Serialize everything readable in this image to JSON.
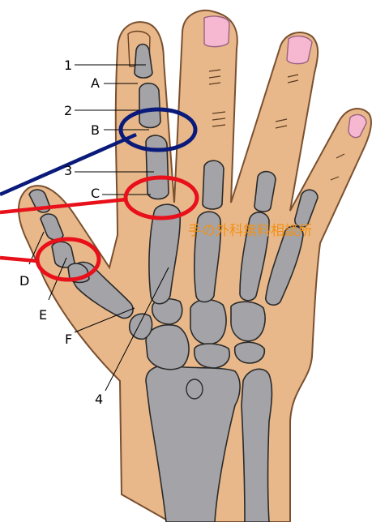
{
  "labels": {
    "n1": "1",
    "a": "A",
    "n2": "2",
    "b": "B",
    "n3": "3",
    "c": "C",
    "d": "D",
    "e": "E",
    "f": "F",
    "n4": "4"
  },
  "watermark": "手の外科無料相談所",
  "colors": {
    "skin": "#e8b88a",
    "bone": "#a4a4a8",
    "nail": "#f6b8d0",
    "blue_circle": "#0a1a7a",
    "red_circle": "#e8101a",
    "watermark": "#f39014"
  }
}
